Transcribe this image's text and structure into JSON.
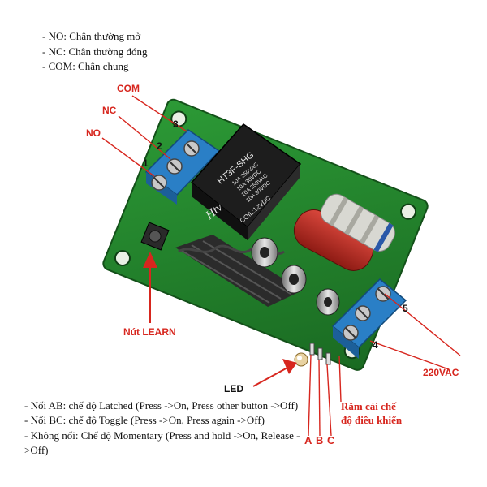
{
  "legend_top": [
    "- NO: Chân thường mở",
    "- NC: Chân thường đóng",
    "- COM: Chân chung"
  ],
  "labels": {
    "com": "COM",
    "nc": "NC",
    "no": "NO",
    "pin1": "1",
    "pin2": "2",
    "pin3": "3",
    "pin4": "4",
    "pin5": "5",
    "learn": "Nút LEARN",
    "led": "LED",
    "vac": "220VAC",
    "a": "A",
    "b": "B",
    "c": "C",
    "jumper_line1": "Răm cài chế",
    "jumper_line2": "độ điều khiển"
  },
  "relay": {
    "brand": "Htv",
    "model": "HT3F-SHG",
    "rating1": "10A 250VAC",
    "rating2": "10A 30VDC",
    "rating3": "10A 250VAC",
    "rating4": "10A 30VDC",
    "coil": "COIL:12VDC"
  },
  "legend_bottom": [
    "- Nối AB: chế độ Latched (Press ->On, Press other button ->Off)",
    "- Nối BC: chế độ Toggle (Press ->On, Press again ->Off)",
    "- Không nối: Chế độ Momentary (Press and hold ->On, Release ->Off)"
  ],
  "colors": {
    "pcb": "#1f7a2a",
    "terminal": "#2a7fc6",
    "relay": "#222222",
    "capacitor_red": "#b8281f",
    "callout": "#d7261e"
  }
}
